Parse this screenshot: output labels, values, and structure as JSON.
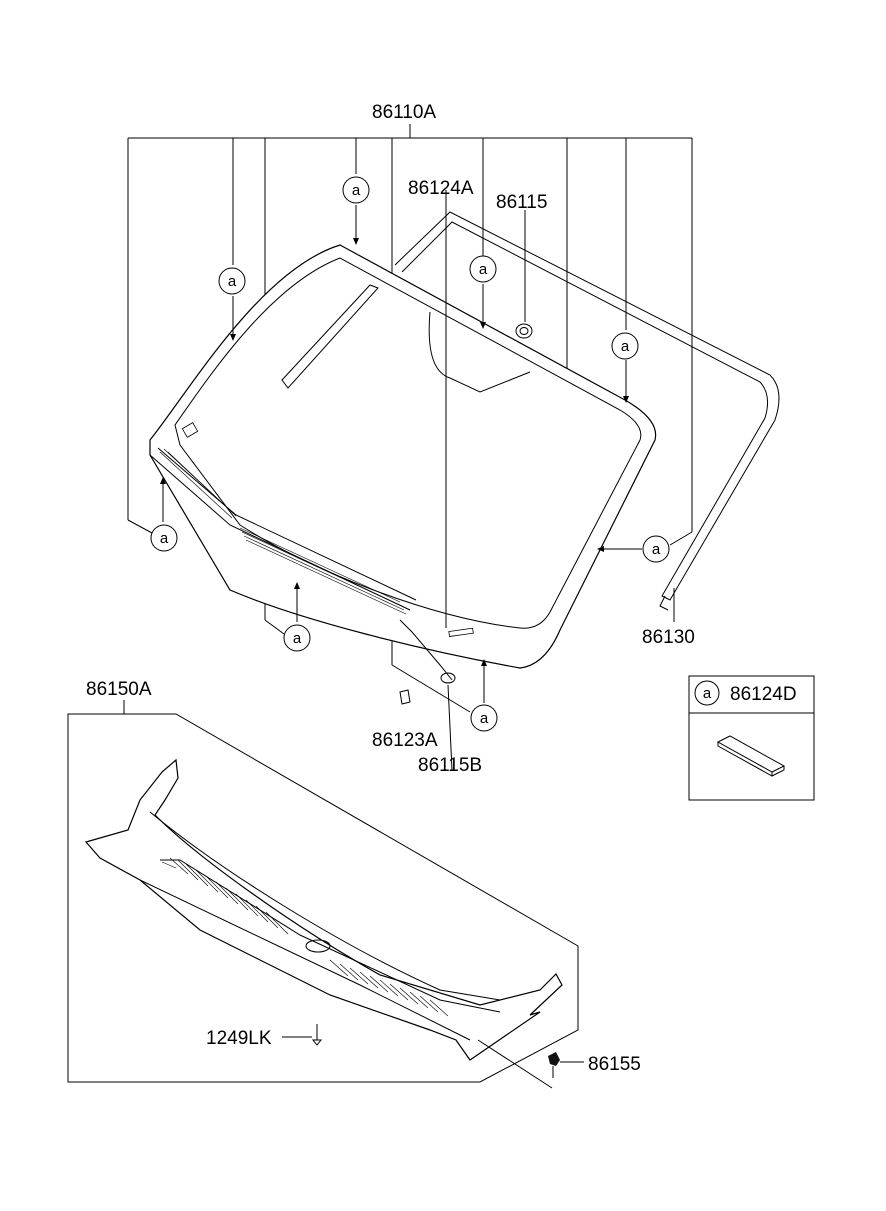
{
  "parts": {
    "windshield_glass": "86110A",
    "molding_tape": "86124A",
    "rubber_stopper": "86115",
    "moulding_strip": "86130",
    "clip_86123A": "86123A",
    "sensor_86115B": "86115B",
    "cowl_panel": "86150A",
    "screw": "1249LK",
    "fastener": "86155"
  },
  "callout_letter": "a",
  "legend": {
    "marker": "a",
    "part": "86124D"
  }
}
